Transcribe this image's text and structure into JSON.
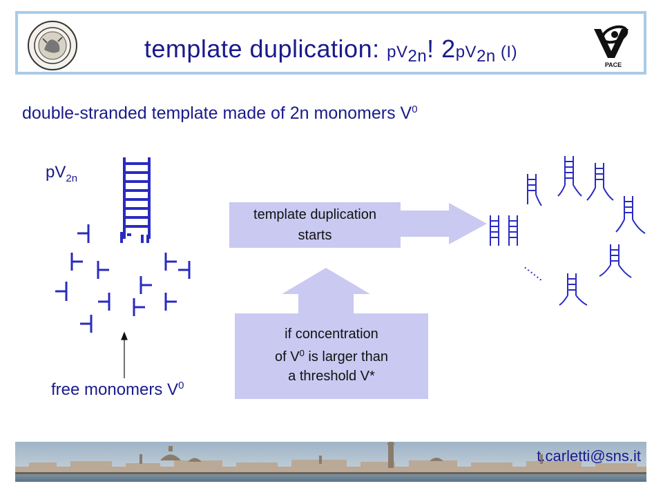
{
  "title": {
    "main": "template duplication: ",
    "p1": "pV",
    "p1_sub": "2n",
    "arrow_glyph": "! 2",
    "p2": "pV",
    "p2_sub": "2n",
    "suffix": " (I)"
  },
  "subtitle": {
    "text": "double-stranded template made of 2n monomers V",
    "sup": "0"
  },
  "diagram": {
    "template_label": "pV",
    "template_label_sub": "2n",
    "free_label": "free monomers V",
    "free_label_sup": "0",
    "box_starts": {
      "line1": "template duplication",
      "line2": "starts"
    },
    "box_condition": {
      "line1": "if concentration",
      "line2_a": "of V",
      "line2_sup": "0",
      "line2_b": " is larger than",
      "line3": "a threshold V*"
    },
    "ellipsis": "......"
  },
  "footer": {
    "email": "t.carletti@sns.it"
  },
  "colors": {
    "text": "#1a1a8c",
    "box_fill": "#c9c9f2",
    "frame": "#a9cbe8",
    "strand": "#2a2ac0"
  },
  "icons": {
    "left_logo": "university-seal-icon",
    "right_logo": "pace-logo-icon"
  }
}
